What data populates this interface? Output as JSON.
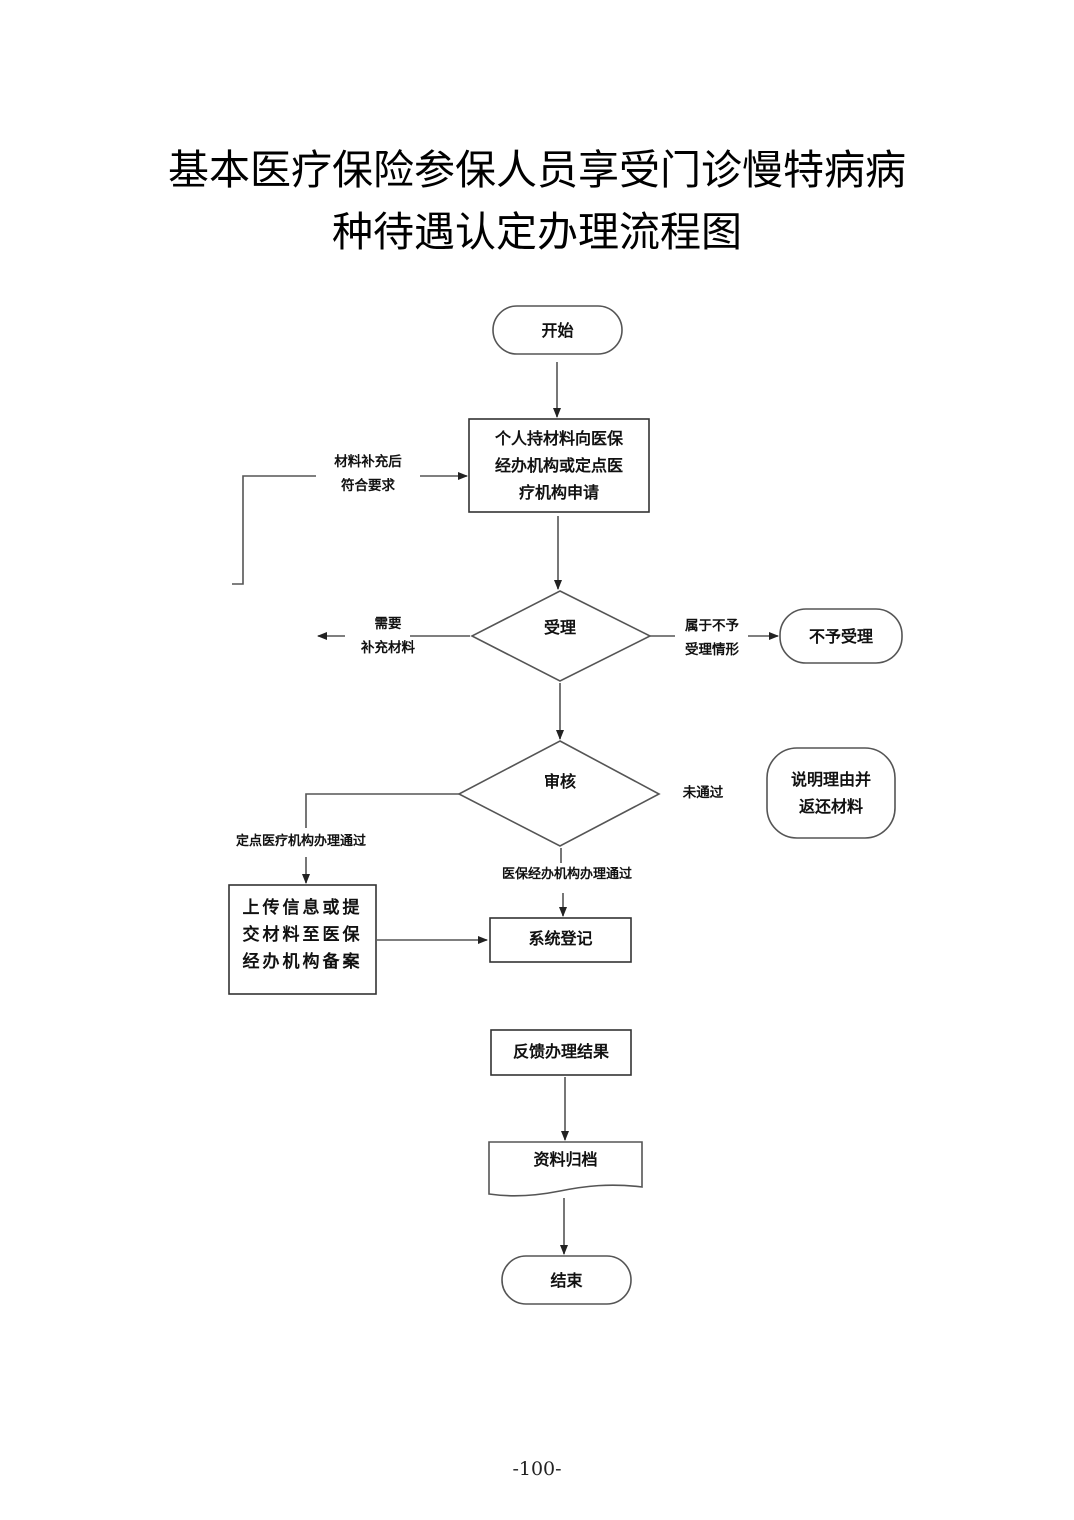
{
  "document": {
    "title_line1": "基本医疗保险参保人员享受门诊慢特病病",
    "title_line2": "种待遇认定办理流程图",
    "page_number": "-100-"
  },
  "flowchart": {
    "nodes": {
      "start": "开始",
      "apply": "个人持材料向医保经办机构或定点医疗机构申请",
      "accept": "受理",
      "reject": "不予受理",
      "review": "审核",
      "explain_return": "说明理由并返还材料",
      "upload_file": "上传信息或提交材料至医保经办机构备案",
      "register": "系统登记",
      "feedback": "反馈办理结果",
      "archive": "资料归档",
      "end": "结束"
    },
    "apply_lines": [
      "个人持材料向医保",
      "经办机构或定点医",
      "疗机构申请"
    ],
    "explain_lines": [
      "说明理由并",
      "返还材料"
    ],
    "upload_lines": [
      "上传信息或提",
      "交材料至医保",
      "经办机构备案"
    ],
    "edge_labels": {
      "resubmit_line1": "材料补充后",
      "resubmit_line2": "符合要求",
      "need_supplement_line1": "需要",
      "need_supplement_line2": "补充材料",
      "not_accepted_line1": "属于不予",
      "not_accepted_line2": "受理情形",
      "failed": "未通过",
      "designated_pass": "定点医疗机构办理通过",
      "agency_pass": "医保经办机构办理通过"
    },
    "colors": {
      "stroke": "#555555",
      "text": "#111111",
      "background": "#ffffff"
    }
  }
}
